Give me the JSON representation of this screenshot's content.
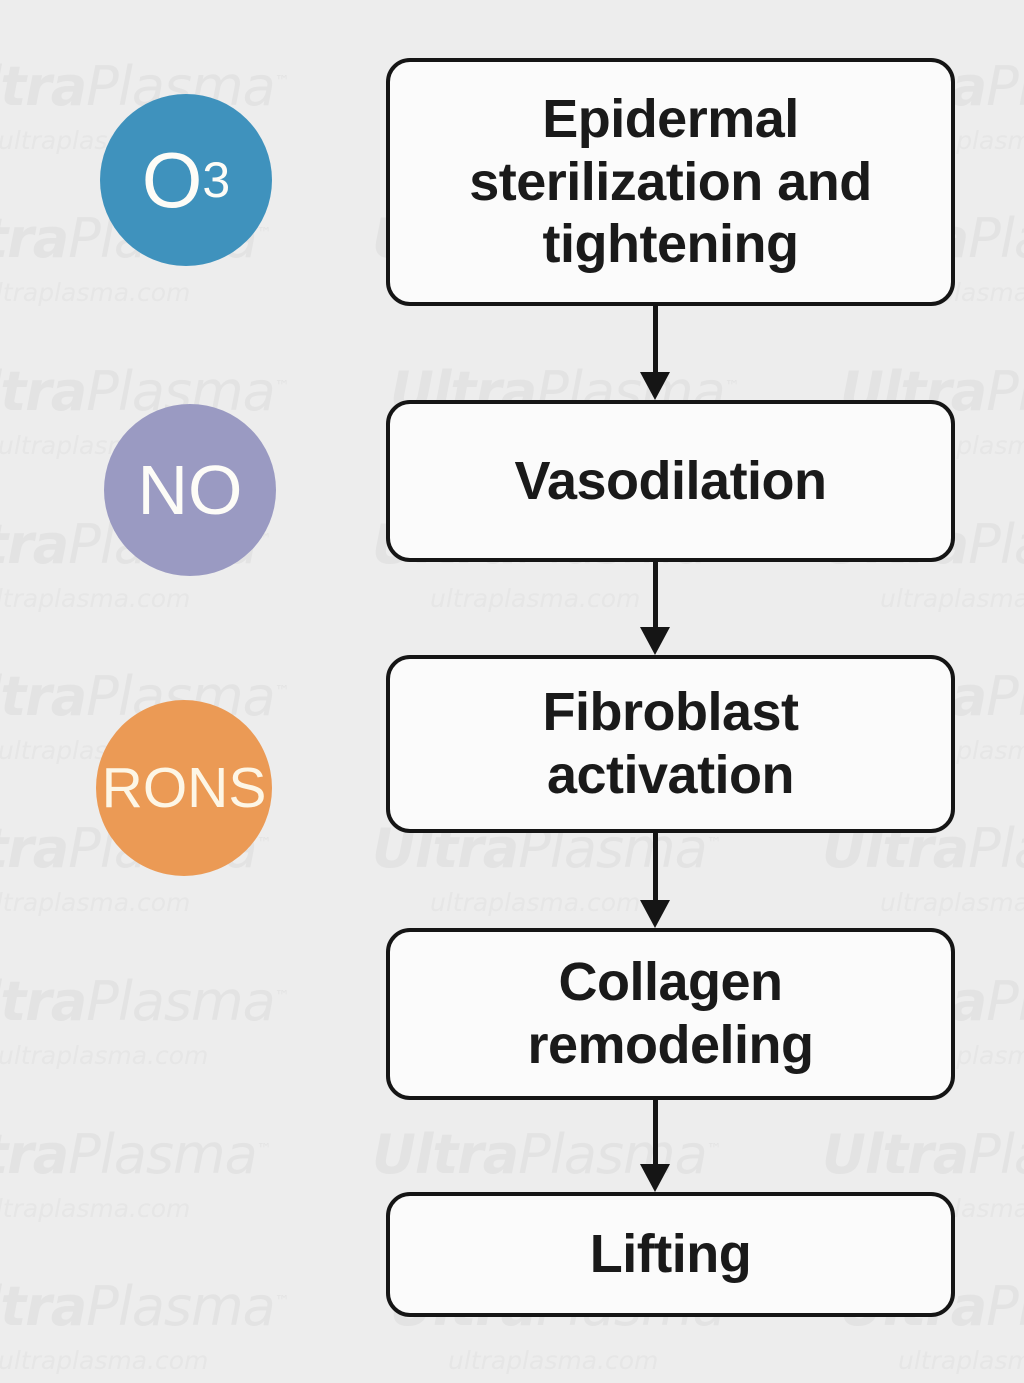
{
  "background_color": "#ededed",
  "watermark": {
    "brand_primary": "Ultra",
    "brand_secondary": "Plasma",
    "trademark": "™",
    "domain": "ultraplasma.com",
    "color": "#e3e3e3"
  },
  "diagram": {
    "type": "flowchart",
    "orientation": "vertical",
    "box_border_color": "#151515",
    "box_fill_color": "#fbfbfb",
    "arrow_color": "#151515",
    "nodes": [
      {
        "id": "node-epidermal-sterilization",
        "label": "Epidermal\nsterilization and\ntightening"
      },
      {
        "id": "node-vasodilation",
        "label": "Vasodilation"
      },
      {
        "id": "node-fibroblast-activation",
        "label": "Fibroblast\nactivation"
      },
      {
        "id": "node-collagen-remodeling",
        "label": "Collagen\nremodeling"
      },
      {
        "id": "node-lifting",
        "label": "Lifting"
      }
    ],
    "edges": [
      {
        "from": "node-epidermal-sterilization",
        "to": "node-vasodilation"
      },
      {
        "from": "node-vasodilation",
        "to": "node-fibroblast-activation"
      },
      {
        "from": "node-fibroblast-activation",
        "to": "node-collagen-remodeling"
      },
      {
        "from": "node-collagen-remodeling",
        "to": "node-lifting"
      }
    ],
    "badges": [
      {
        "id": "badge-o3",
        "label": "O",
        "subscript": "3",
        "color": "#3f92bd",
        "text_color": "#fdfcf7",
        "paired_node": "node-epidermal-sterilization"
      },
      {
        "id": "badge-no",
        "label": "NO",
        "subscript": "",
        "color": "#9a9ac2",
        "text_color": "#fdfcf7",
        "paired_node": "node-vasodilation"
      },
      {
        "id": "badge-rons",
        "label": "RONS",
        "subscript": "",
        "color": "#eb9a55",
        "text_color": "#fdf6e6",
        "paired_node": "node-fibroblast-activation"
      }
    ]
  }
}
